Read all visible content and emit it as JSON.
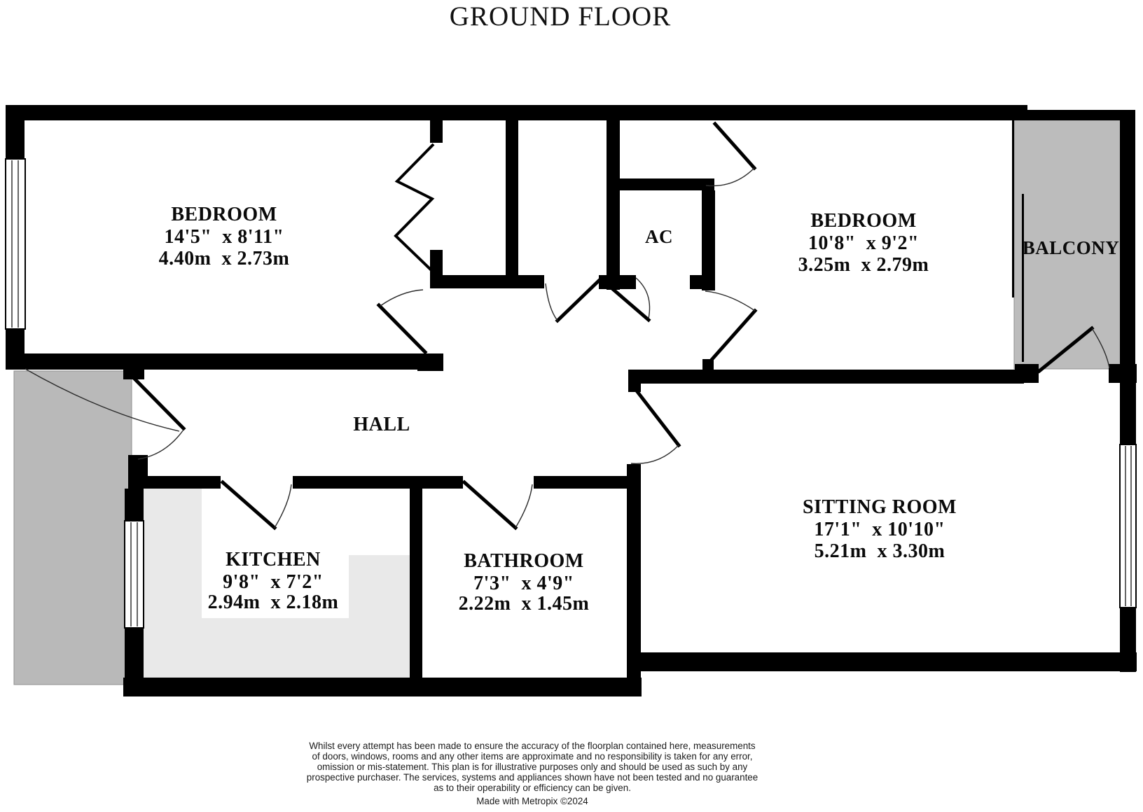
{
  "title": "GROUND FLOOR",
  "rooms": {
    "bedroom1": {
      "name": "BEDROOM",
      "imperial": "14'5\"  x 8'11\"",
      "metric": "4.40m  x 2.73m"
    },
    "bedroom2": {
      "name": "BEDROOM",
      "imperial": "10'8\"  x 9'2\"",
      "metric": "3.25m  x 2.79m"
    },
    "sitting_room": {
      "name": "SITTING ROOM",
      "imperial": "17'1\"  x 10'10\"",
      "metric": "5.21m  x 3.30m"
    },
    "kitchen": {
      "name": "KITCHEN",
      "imperial": "9'8\"  x 7'2\"",
      "metric": "2.94m  x 2.18m"
    },
    "bathroom": {
      "name": "BATHROOM",
      "imperial": "7'3\"  x 4'9\"",
      "metric": "2.22m  x 1.45m"
    },
    "hall": {
      "name": "HALL"
    },
    "ac": {
      "name": "AC"
    },
    "balcony": {
      "name": "BALCONY"
    }
  },
  "disclaimer": {
    "lines": [
      "Whilst every attempt has been made to ensure the accuracy of the floorplan contained here, measurements",
      "of doors, windows, rooms and any other items are approximate and no responsibility is taken for any error,",
      "omission or mis-statement. This plan is for illustrative purposes only and should be used as such by any",
      "prospective purchaser. The services, systems and appliances shown have not been tested and no guarantee",
      "as to their operability or efficiency can be given."
    ],
    "credit": "Made with Metropix ©2024"
  },
  "colors": {
    "wall": "#000000",
    "outdoor_gray": "#b9b9b9",
    "counter_gray": "#e9e9e9",
    "background": "#ffffff"
  }
}
